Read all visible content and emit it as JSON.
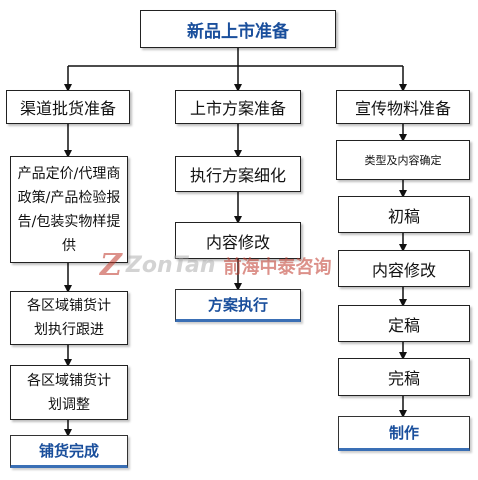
{
  "root": {
    "label": "新品上市准备"
  },
  "branches": [
    {
      "header": "渠道批货准备",
      "steps": [
        "产品定价/代理商政策/产品检验报告/包装实物样提供",
        "各区域铺货计划执行跟进",
        "各区域铺货计划调整"
      ],
      "result": "铺货完成"
    },
    {
      "header": "上市方案准备",
      "steps": [
        "执行方案细化",
        "内容修改"
      ],
      "result": "方案执行"
    },
    {
      "header": "宣传物料准备",
      "steps": [
        "类型及内容确定",
        "初稿",
        "内容修改",
        "定稿",
        "完稿"
      ],
      "result": "制作"
    }
  ],
  "watermark": {
    "logo": "ZonTan",
    "name": "前海中泰咨询"
  }
}
